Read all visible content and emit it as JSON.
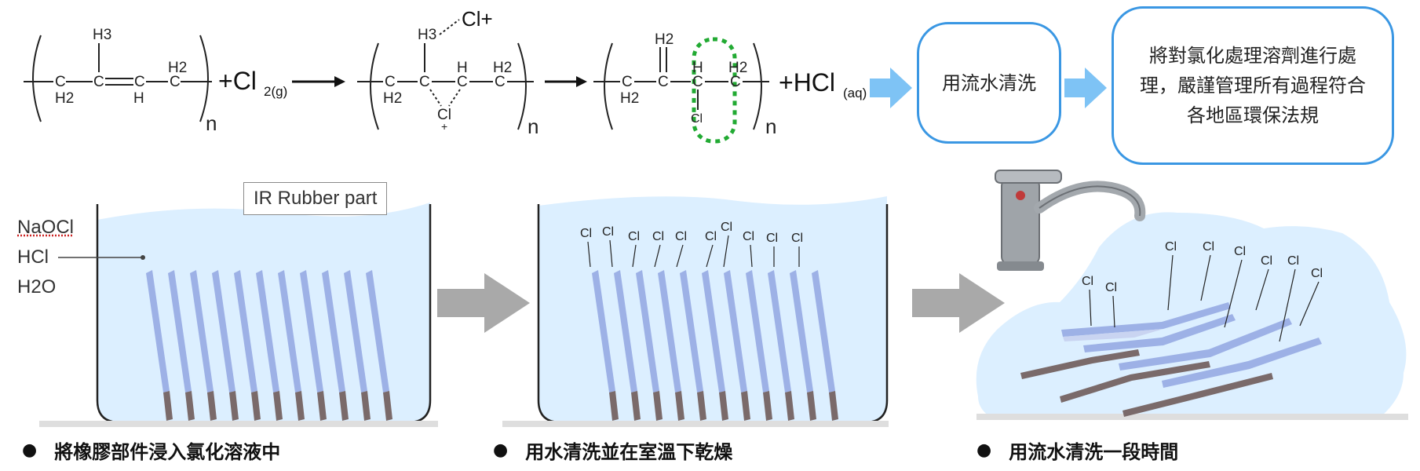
{
  "reaction": {
    "cl2": "+Cl",
    "cl2_sub": "2(g)",
    "cl_plus": "Cl+",
    "hcl": "+HCl",
    "hcl_sub": "(aq)",
    "n": "n",
    "atoms": {
      "H3": "H3",
      "H2": "H2",
      "H": "H",
      "C": "C",
      "Cl": "Cl",
      "plus": "+"
    }
  },
  "flow": {
    "box1": "用流水清洗",
    "box2": "將對氯化處理溶劑進行處理，嚴謹管理所有過程符合各地區環保法規"
  },
  "panel1": {
    "ir_label": "IR Rubber part",
    "chem1": "NaOCl",
    "chem2": "HCl",
    "chem3": "H2O",
    "bullet": "將橡膠部件浸入氯化溶液中"
  },
  "panel2": {
    "cl_labels": [
      "Cl",
      "Cl",
      "Cl",
      "Cl",
      "Cl",
      "Cl",
      "Cl",
      "Cl",
      "Cl",
      "Cl"
    ],
    "bullet": "用水清洗並在室溫下乾燥"
  },
  "panel3": {
    "cl_labels": [
      "Cl",
      "Cl",
      "Cl",
      "Cl",
      "Cl",
      "Cl",
      "Cl",
      "Cl"
    ],
    "bullet": "用流水清洗一段時間"
  },
  "colors": {
    "accent_blue": "#3a97e3",
    "arrow_blue": "#7ec3f5",
    "water": "#dcefff",
    "strip": "#9db1e6",
    "gray_arrow": "#a9a9a9",
    "green_dot": "#22aa33"
  }
}
